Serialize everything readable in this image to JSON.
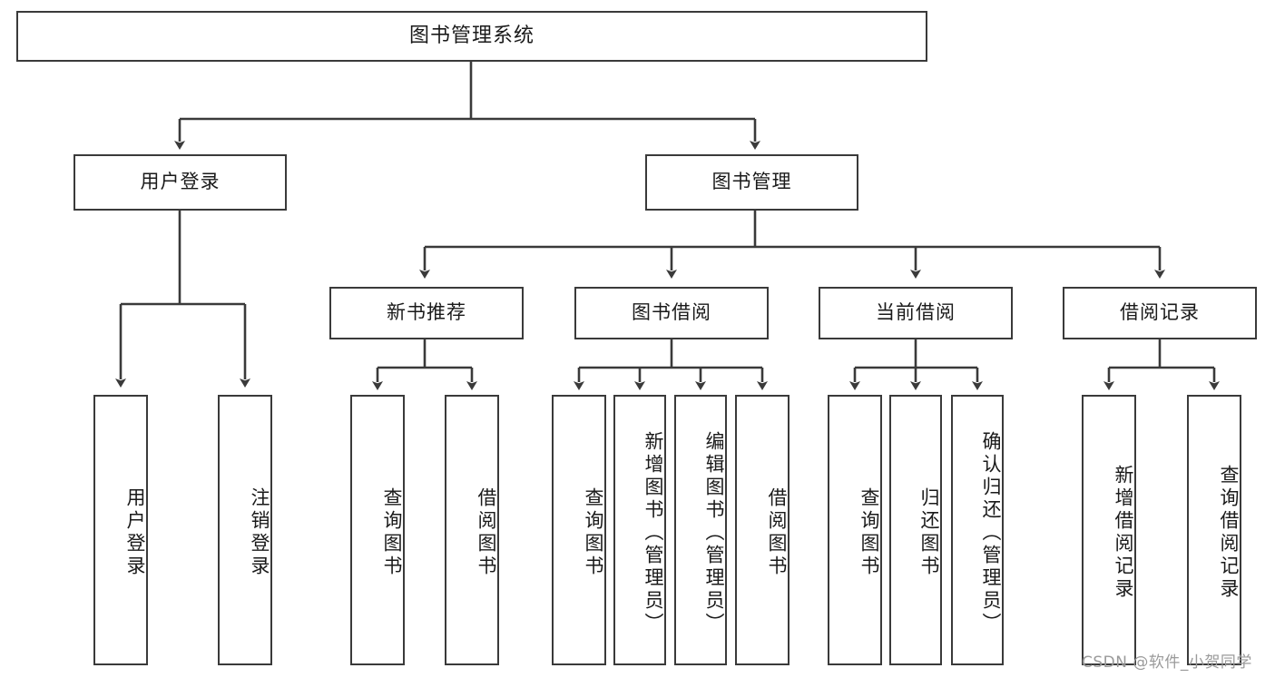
{
  "diagram": {
    "type": "tree-hierarchy-chart",
    "title": "图书管理系统",
    "root": {
      "id": "root",
      "label": "图书管理系统"
    },
    "level2": [
      {
        "id": "user-login",
        "label": "用户登录"
      },
      {
        "id": "book-management",
        "label": "图书管理"
      }
    ],
    "level3": [
      {
        "id": "new-book-recommend",
        "label": "新书推荐",
        "parent": "book-management"
      },
      {
        "id": "book-borrow",
        "label": "图书借阅",
        "parent": "book-management"
      },
      {
        "id": "current-borrow",
        "label": "当前借阅",
        "parent": "book-management"
      },
      {
        "id": "borrow-record",
        "label": "借阅记录",
        "parent": "book-management"
      }
    ],
    "leaves": [
      {
        "id": "leaf-user-login",
        "label": "用户登录",
        "parent": "user-login"
      },
      {
        "id": "leaf-logout-login",
        "label": "注销登录",
        "parent": "user-login"
      },
      {
        "id": "leaf-query-book-1",
        "label": "查询图书",
        "parent": "new-book-recommend"
      },
      {
        "id": "leaf-borrow-book-1",
        "label": "借阅图书",
        "parent": "new-book-recommend"
      },
      {
        "id": "leaf-query-book-2",
        "label": "查询图书",
        "parent": "book-borrow"
      },
      {
        "id": "leaf-add-book",
        "label": "新增图书（管理员）",
        "parent": "book-borrow"
      },
      {
        "id": "leaf-edit-book",
        "label": "编辑图书（管理员）",
        "parent": "book-borrow"
      },
      {
        "id": "leaf-borrow-book-2",
        "label": "借阅图书",
        "parent": "book-borrow"
      },
      {
        "id": "leaf-query-book-3",
        "label": "查询图书",
        "parent": "current-borrow"
      },
      {
        "id": "leaf-return-book",
        "label": "归还图书",
        "parent": "current-borrow"
      },
      {
        "id": "leaf-confirm-return",
        "label": "确认归还（管理员）",
        "parent": "current-borrow"
      },
      {
        "id": "leaf-add-record",
        "label": "新增借阅记录",
        "parent": "borrow-record"
      },
      {
        "id": "leaf-query-record",
        "label": "查询借阅记录",
        "parent": "borrow-record"
      }
    ]
  },
  "watermark": {
    "text": "CSDN @软件_小贺同学"
  },
  "colors": {
    "stroke": "#3a3a3a",
    "fill": "#ffffff",
    "text": "#1a1a1a",
    "watermark": "#9a9a9a"
  }
}
